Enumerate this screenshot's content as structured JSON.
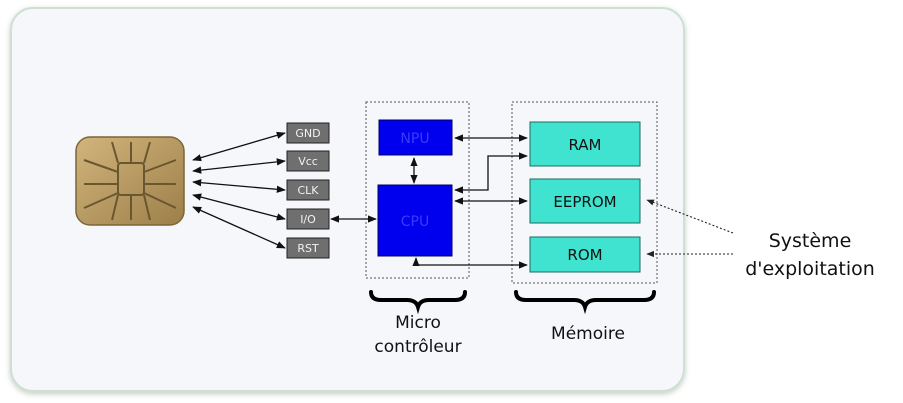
{
  "pins": [
    "GND",
    "Vcc",
    "CLK",
    "I/O",
    "RST"
  ],
  "processors": {
    "npu": "NPU",
    "cpu": "CPU"
  },
  "memory": {
    "ram": "RAM",
    "eeprom": "EEPROM",
    "rom": "ROM"
  },
  "group_labels": {
    "micro_line1": "Micro",
    "micro_line2": "contrôleur",
    "memoire": "Mémoire"
  },
  "os_label": {
    "line1": "Système",
    "line2": "d'exploitation"
  },
  "colors": {
    "card": "#f6f7fb",
    "card_border": "#cfe0d2",
    "pin_fill": "#6f6f6f",
    "processor_fill": "#0000ee",
    "memory_fill": "#3fe3cf",
    "chip_gold": "#b79a63",
    "chip_dark": "#6a5630"
  }
}
